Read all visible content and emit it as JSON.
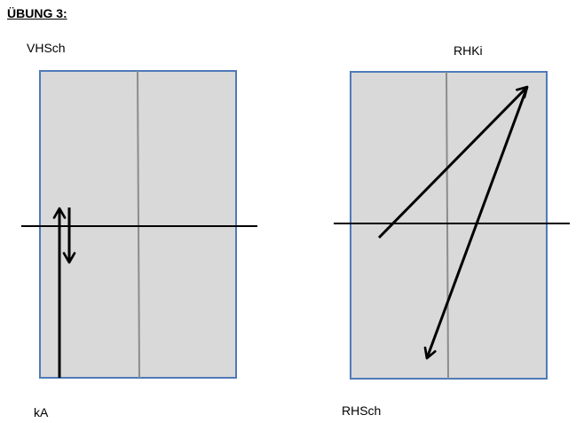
{
  "heading": "ÜBUNG 3:",
  "labels": {
    "top_left": "VHSch",
    "top_right": "RHKi",
    "bottom_left": "kA",
    "bottom_right": "RHSch"
  },
  "colors": {
    "panel_fill": "#d9d9d9",
    "panel_border": "#4f7ab8",
    "center_line": "#8c8c8c",
    "arrow": "#000000"
  }
}
